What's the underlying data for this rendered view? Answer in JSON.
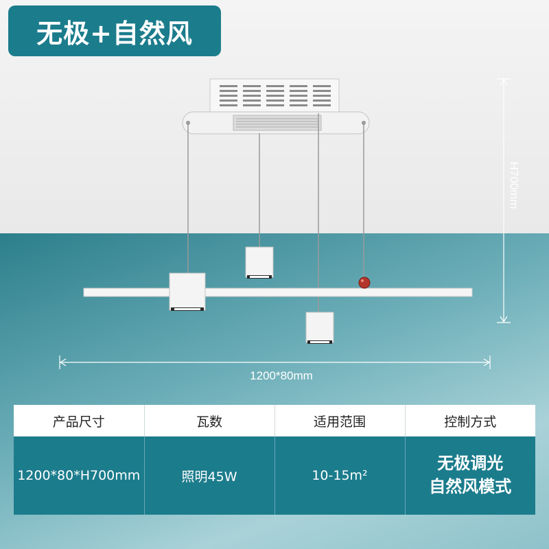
{
  "title": "无极+自然风",
  "dimensions": {
    "height_label": "H700mm",
    "width_label": "1200*80mm"
  },
  "table": {
    "headers": [
      "产品尺寸",
      "瓦数",
      "适用范围",
      "控制方式"
    ],
    "values": [
      "1200*80*H700mm",
      "照明45W",
      "10-15m²"
    ],
    "control_lines": [
      "无极调光",
      "自然风模式"
    ]
  },
  "colors": {
    "accent": "#1b7c8c",
    "accent_bead": "#b3352b"
  }
}
